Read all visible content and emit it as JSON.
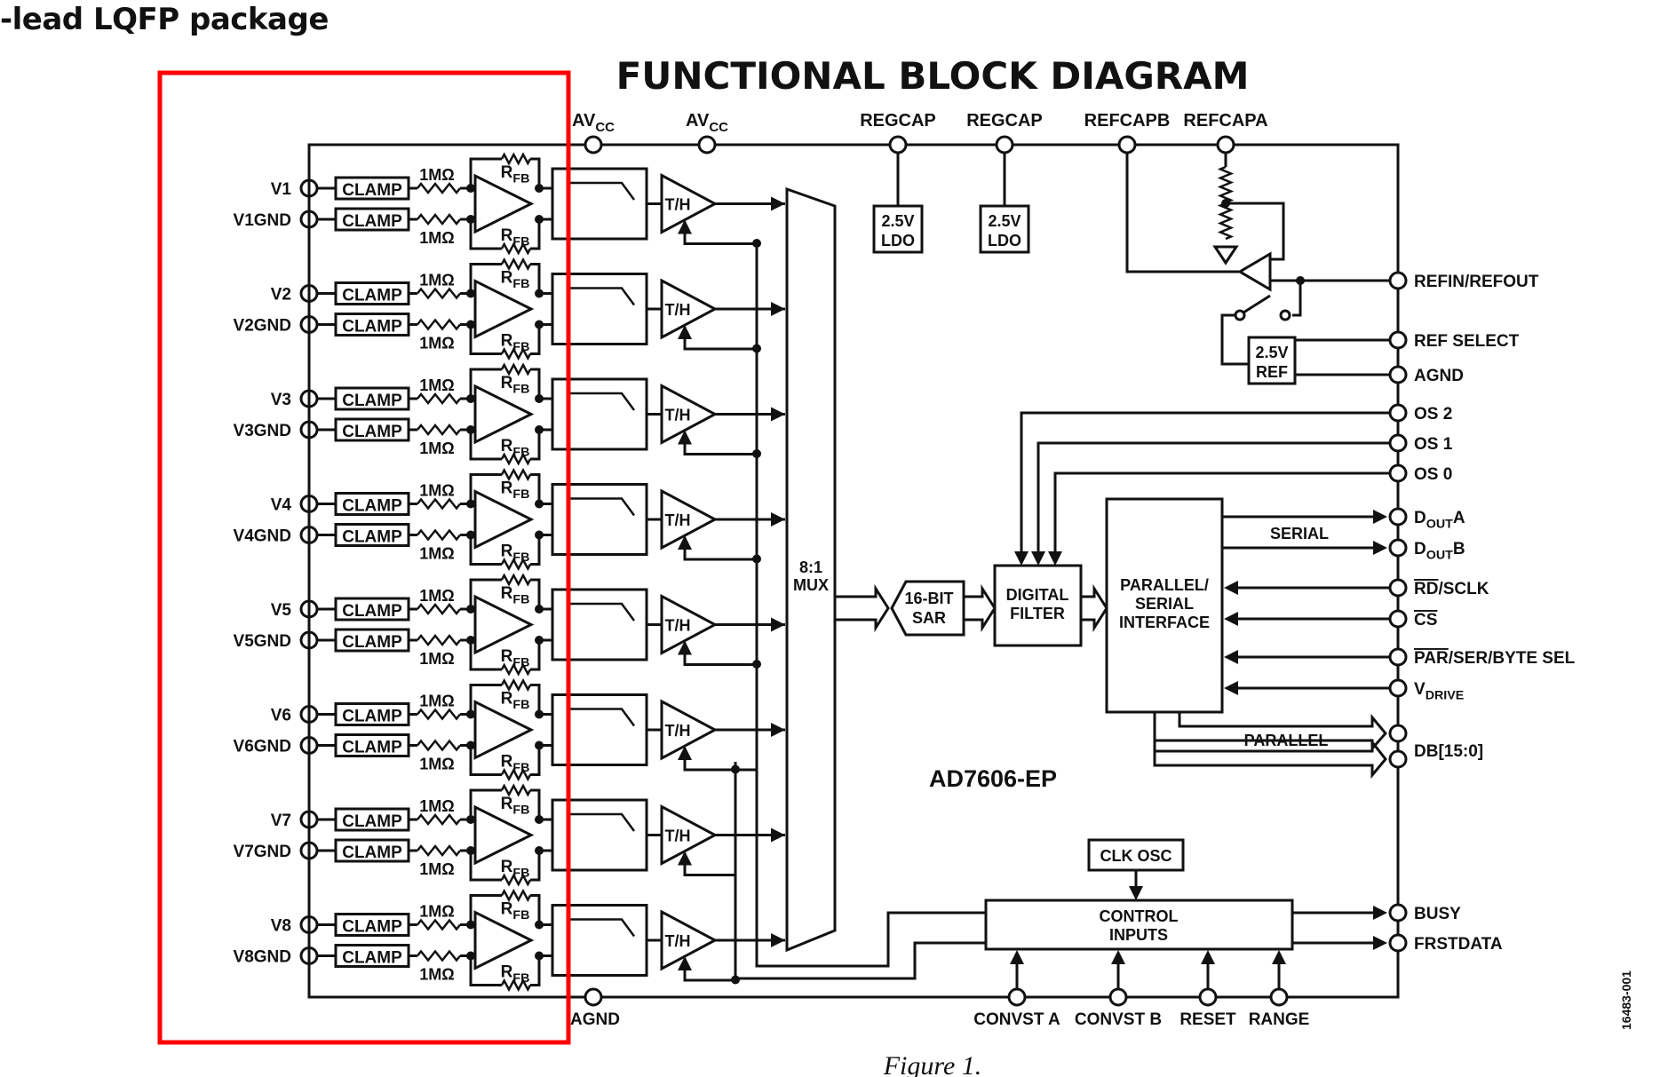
{
  "page": {
    "heading": "-lead LQFP package",
    "figure_title": "FUNCTIONAL BLOCK DIAGRAM",
    "part_number": "AD7606-EP",
    "caption": "Figure 1.",
    "doc_code": "16483-001",
    "highlight_color": "#ff0000"
  },
  "top_pins": [
    {
      "label": "AV",
      "sub": "CC"
    },
    {
      "label": "AV",
      "sub": "CC"
    },
    {
      "label": "REGCAP",
      "sub": ""
    },
    {
      "label": "REGCAP",
      "sub": ""
    },
    {
      "label": "REFCAPB",
      "sub": ""
    },
    {
      "label": "REFCAPA",
      "sub": ""
    }
  ],
  "channels": [
    {
      "pos": "V1",
      "neg": "V1GND"
    },
    {
      "pos": "V2",
      "neg": "V2GND"
    },
    {
      "pos": "V3",
      "neg": "V3GND"
    },
    {
      "pos": "V4",
      "neg": "V4GND"
    },
    {
      "pos": "V5",
      "neg": "V5GND"
    },
    {
      "pos": "V6",
      "neg": "V6GND"
    },
    {
      "pos": "V7",
      "neg": "V7GND"
    },
    {
      "pos": "V8",
      "neg": "V8GND"
    }
  ],
  "channel_blocks": {
    "clamp": "CLAMP",
    "resistor": "1MΩ",
    "rfb": "R",
    "rfb_sub": "FB",
    "track_hold": "T/H"
  },
  "blocks": {
    "ldo_1": [
      "2.5V",
      "LDO"
    ],
    "ldo_2": [
      "2.5V",
      "LDO"
    ],
    "ref": [
      "2.5V",
      "REF"
    ],
    "mux": [
      "8:1",
      "MUX"
    ],
    "sar": [
      "16-BIT",
      "SAR"
    ],
    "filter": [
      "DIGITAL",
      "FILTER"
    ],
    "interface": [
      "PARALLEL/",
      "SERIAL",
      "INTERFACE"
    ],
    "clk": "CLK OSC",
    "control": [
      "CONTROL",
      "INPUTS"
    ],
    "serial_bus": "SERIAL",
    "parallel_bus": "PARALLEL"
  },
  "right_pins": [
    {
      "label": "REFIN/REFOUT"
    },
    {
      "label": "REF SELECT"
    },
    {
      "label": "AGND"
    },
    {
      "label": "OS 2"
    },
    {
      "label": "OS 1"
    },
    {
      "label": "OS 0"
    },
    {
      "label": "D",
      "sub": "OUT",
      "post": "A"
    },
    {
      "label": "D",
      "sub": "OUT",
      "post": "B"
    },
    {
      "label": "RD",
      "overline": true,
      "post": "/SCLK"
    },
    {
      "label": "CS",
      "overline": true,
      "post": ""
    },
    {
      "label": "PAR",
      "overline": true,
      "post": "/SER/BYTE SEL"
    },
    {
      "label": "V",
      "sub": "DRIVE",
      "post": ""
    },
    {
      "label": "DB[15:0]"
    },
    {
      "label": "BUSY"
    },
    {
      "label": "FRSTDATA"
    }
  ],
  "bottom_pins": [
    {
      "label": "AGND"
    },
    {
      "label": "CONVST A"
    },
    {
      "label": "CONVST B"
    },
    {
      "label": "RESET"
    },
    {
      "label": "RANGE"
    }
  ]
}
